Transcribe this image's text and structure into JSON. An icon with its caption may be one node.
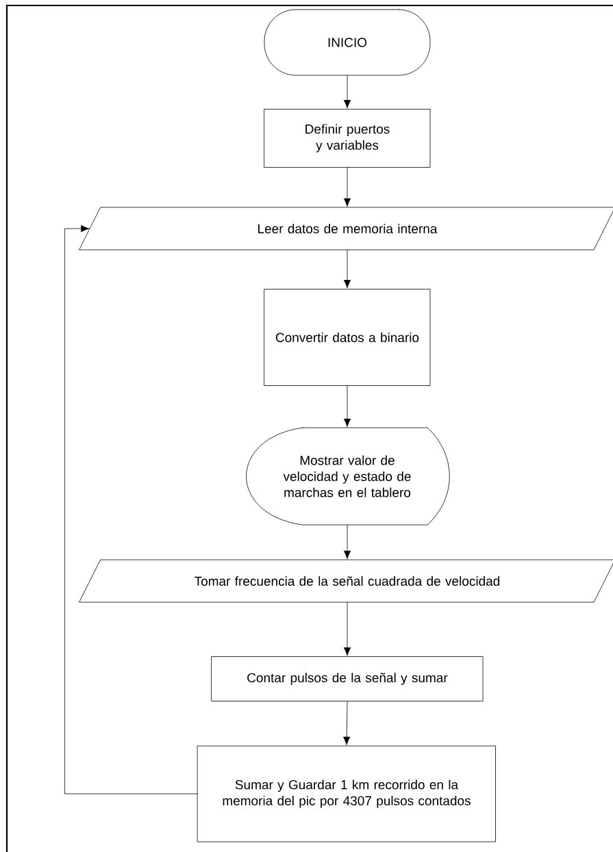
{
  "diagram": {
    "nodes": [
      {
        "text": [
          "INICIO"
        ]
      },
      {
        "text": [
          "Definir puertos y variables"
        ]
      },
      {
        "text": [
          "Leer datos de memoria interna"
        ]
      },
      {
        "text": [
          "Convertir datos a binario"
        ]
      },
      {
        "text": [
          "Mostrar valor de velocidad y estado de marchas en el tablero"
        ]
      },
      {
        "text": [
          "Tomar frecuencia de la señal cuadrada de velocidad"
        ]
      },
      {
        "text": [
          "Contar pulsos de la señal y sumar"
        ]
      },
      {
        "text": [
          "Sumar y Guardar 1 km recorrido en la memoria del pic por 4307 pulsos contados"
        ]
      }
    ],
    "edges": [
      {
        "from": 0,
        "to": 1,
        "arrow": "to"
      },
      {
        "from": 1,
        "to": 2,
        "arrow": "to"
      },
      {
        "from": 2,
        "to": 3,
        "arrow": "to"
      },
      {
        "from": 3,
        "to": 4,
        "arrow": "to"
      },
      {
        "from": 4,
        "to": 5,
        "arrow": "to"
      },
      {
        "from": 5,
        "to": 6,
        "arrow": "to"
      },
      {
        "from": 6,
        "to": 7,
        "arrow": "to"
      },
      {
        "from": 7,
        "to": 2,
        "arrow": "to"
      }
    ]
  }
}
